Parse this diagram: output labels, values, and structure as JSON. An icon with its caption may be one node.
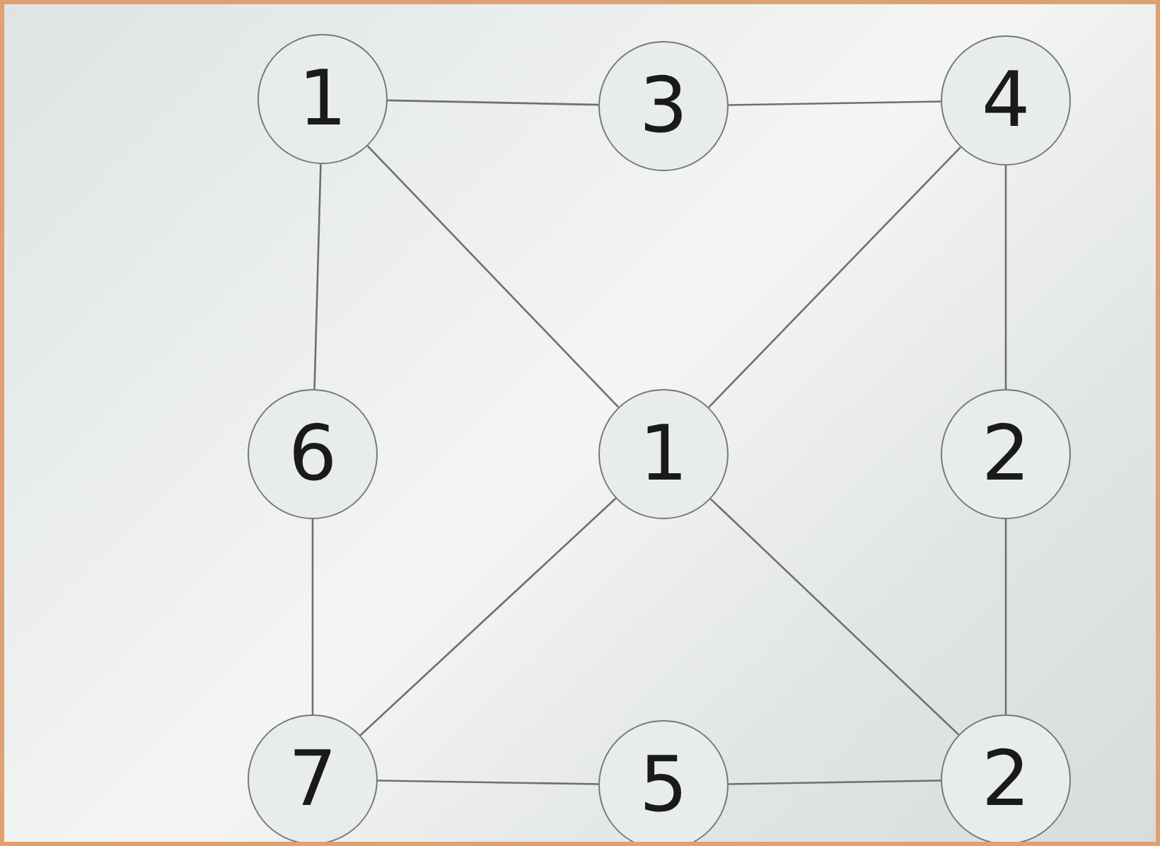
{
  "diagram": {
    "nodes": [
      {
        "text": [
          "1"
        ]
      },
      {
        "text": [
          "3"
        ]
      },
      {
        "text": [
          "4"
        ]
      },
      {
        "text": [
          "6"
        ]
      },
      {
        "text": [
          "1"
        ]
      },
      {
        "text": [
          "2"
        ]
      },
      {
        "text": [
          "7"
        ]
      },
      {
        "text": [
          "5"
        ]
      },
      {
        "text": [
          "2"
        ]
      }
    ],
    "edges": [
      {
        "from": 0,
        "to": 1,
        "arrow": "none"
      },
      {
        "from": 1,
        "to": 2,
        "arrow": "none"
      },
      {
        "from": 0,
        "to": 3,
        "arrow": "none"
      },
      {
        "from": 0,
        "to": 4,
        "arrow": "none"
      },
      {
        "from": 2,
        "to": 4,
        "arrow": "none"
      },
      {
        "from": 2,
        "to": 5,
        "arrow": "none"
      },
      {
        "from": 3,
        "to": 6,
        "arrow": "none"
      },
      {
        "from": 4,
        "to": 6,
        "arrow": "none"
      },
      {
        "from": 4,
        "to": 8,
        "arrow": "none"
      },
      {
        "from": 5,
        "to": 8,
        "arrow": "none"
      },
      {
        "from": 6,
        "to": 7,
        "arrow": "none"
      },
      {
        "from": 7,
        "to": 8,
        "arrow": "none"
      }
    ]
  }
}
